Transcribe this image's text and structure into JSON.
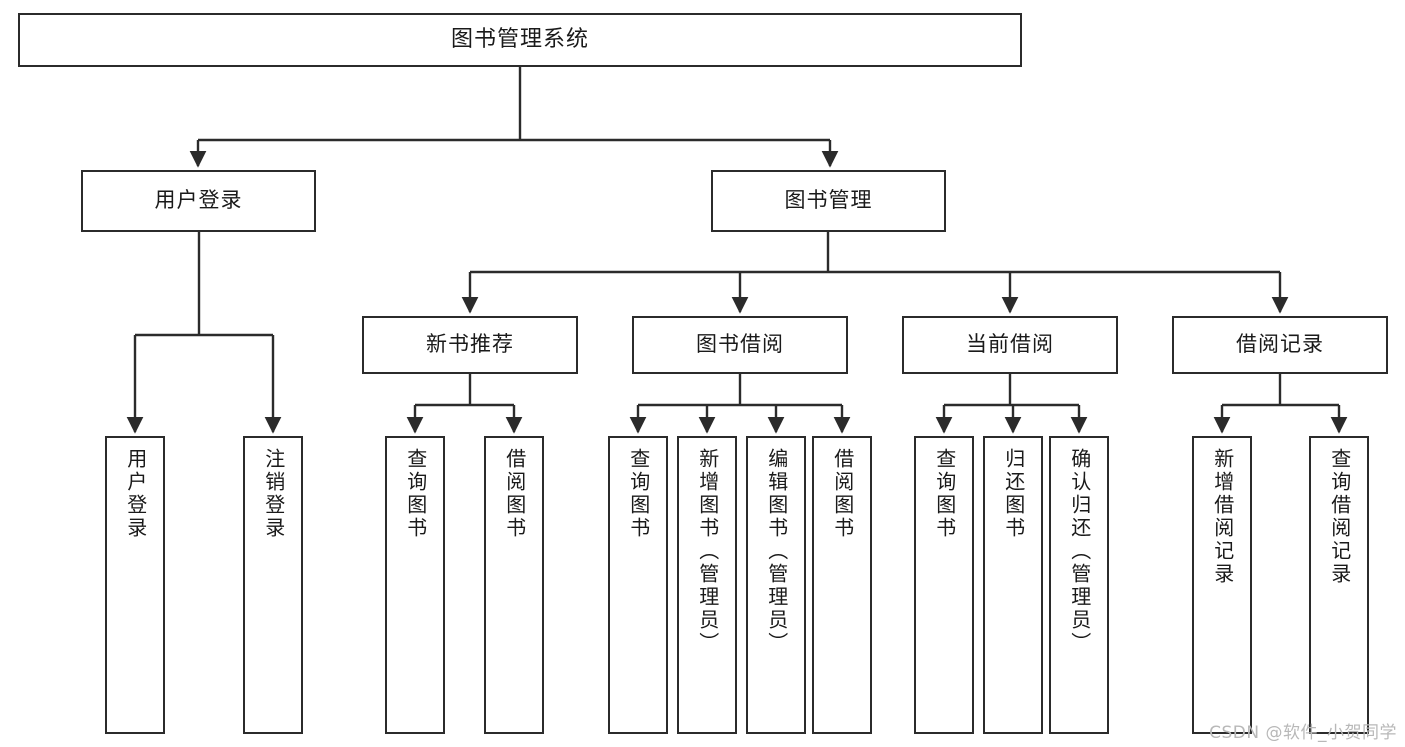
{
  "diagram": {
    "type": "tree",
    "title": "图书管理系统",
    "watermark": "CSDN @软件_小贺同学",
    "colors": {
      "box_border": "#2b2b2b",
      "box_fill": "#ffffff",
      "connector": "#2b2b2b",
      "text": "#1a1a1a",
      "watermark": "#b8b8b8",
      "background": "#ffffff"
    },
    "root": {
      "label": "图书管理系统"
    },
    "level2": [
      {
        "label": "用户登录"
      },
      {
        "label": "图书管理"
      }
    ],
    "level3": [
      {
        "label": "新书推荐"
      },
      {
        "label": "图书借阅"
      },
      {
        "label": "当前借阅"
      },
      {
        "label": "借阅记录"
      }
    ],
    "leaves": {
      "user_login": [
        {
          "label": "用户登录"
        },
        {
          "label": "注销登录"
        }
      ],
      "new_book_recommend": [
        {
          "label": "查询图书"
        },
        {
          "label": "借阅图书"
        }
      ],
      "book_borrow": [
        {
          "label": "查询图书"
        },
        {
          "label": "新增图书（管理员）"
        },
        {
          "label": "编辑图书（管理员）"
        },
        {
          "label": "借阅图书"
        }
      ],
      "current_borrow": [
        {
          "label": "查询图书"
        },
        {
          "label": "归还图书"
        },
        {
          "label": "确认归还（管理员）"
        }
      ],
      "borrow_record": [
        {
          "label": "新增借阅记录"
        },
        {
          "label": "查询借阅记录"
        }
      ]
    }
  }
}
